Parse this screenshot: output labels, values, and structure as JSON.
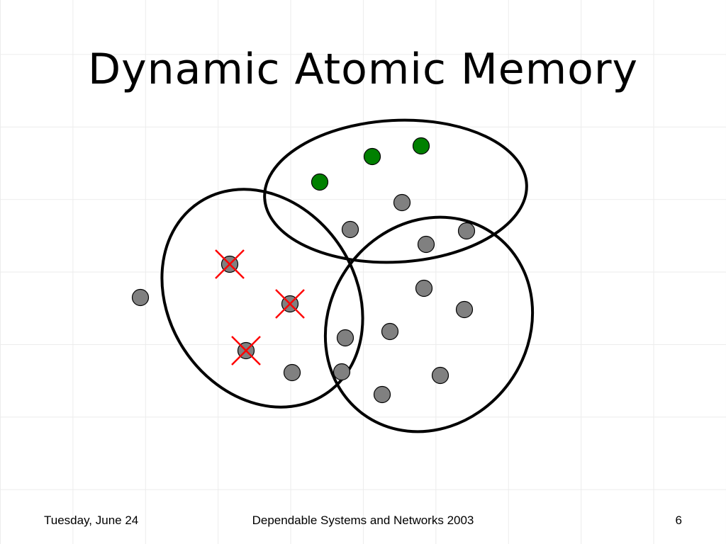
{
  "slide": {
    "title": "Dynamic Atomic Memory",
    "footer_date": "Tuesday, June 24",
    "footer_center": "Dependable Systems and Networks 2003",
    "page_number": "6"
  },
  "colors": {
    "background": "#ffffff",
    "node_active": "#008000",
    "node_inactive": "#808080",
    "failure_mark": "#ff0000",
    "outline": "#000000"
  },
  "diagram": {
    "node_states": [
      "active",
      "active",
      "active",
      "inactive",
      "inactive",
      "inactive",
      "inactive",
      "failed",
      "inactive",
      "failed",
      "inactive",
      "inactive",
      "inactive",
      "inactive",
      "inactive",
      "failed",
      "inactive",
      "inactive",
      "inactive",
      "inactive",
      "inactive"
    ]
  }
}
